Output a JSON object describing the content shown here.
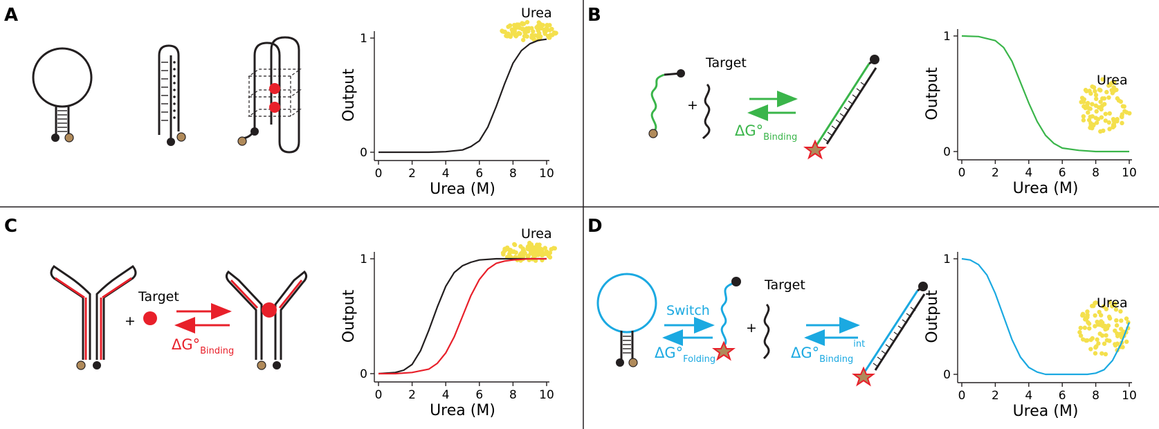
{
  "panels": {
    "A": {
      "letter": "A"
    },
    "B": {
      "letter": "B",
      "target_label": "Target",
      "plus": "+",
      "dg": "ΔG°",
      "dg_sub": "Binding"
    },
    "C": {
      "letter": "C",
      "target_label": "Target",
      "plus": "+",
      "dg": "ΔG°",
      "dg_sub": "Binding"
    },
    "D": {
      "letter": "D",
      "switch_label": "Switch",
      "target_label": "Target",
      "plus": "+",
      "dg_fold": "ΔG°",
      "dg_fold_sub": "Folding",
      "dg_bind": "ΔG°",
      "dg_bind_sub": "Binding",
      "dg_bind_sup": "int"
    }
  },
  "colors": {
    "A": "#231f20",
    "B": "#3ab54a",
    "C": "#e8202a",
    "D": "#1ba9e1",
    "urea": "#f4e04d",
    "fluor": "#b08a5a",
    "quencher": "#231f20",
    "star": "#d6a34f"
  },
  "chart_data": [
    {
      "type": "line",
      "panel": "A",
      "xlabel": "Urea (M)",
      "ylabel": "Output",
      "xlim": [
        0,
        10
      ],
      "ylim": [
        0,
        1
      ],
      "xticks": [
        "0",
        "2",
        "4",
        "6",
        "8",
        "10"
      ],
      "yticks": [
        "0",
        "1"
      ],
      "inset_label": "Urea",
      "series": [
        {
          "color": "#231f20",
          "x": [
            0,
            1,
            2,
            3,
            4,
            5,
            5.5,
            6,
            6.5,
            7,
            7.5,
            8,
            8.5,
            9,
            9.5,
            10
          ],
          "y": [
            0,
            0,
            0,
            0,
            0.005,
            0.02,
            0.05,
            0.1,
            0.22,
            0.4,
            0.6,
            0.78,
            0.89,
            0.95,
            0.98,
            0.99
          ]
        }
      ]
    },
    {
      "type": "line",
      "panel": "B",
      "xlabel": "Urea (M)",
      "ylabel": "Output",
      "xlim": [
        0,
        10
      ],
      "ylim": [
        0,
        1
      ],
      "xticks": [
        "0",
        "2",
        "4",
        "6",
        "8",
        "10"
      ],
      "yticks": [
        "0",
        "1"
      ],
      "inset_label": "Urea",
      "series": [
        {
          "color": "#3ab54a",
          "x": [
            0,
            1,
            2,
            2.5,
            3,
            3.5,
            4,
            4.5,
            5,
            5.5,
            6,
            7,
            8,
            9,
            10
          ],
          "y": [
            1,
            0.995,
            0.96,
            0.9,
            0.78,
            0.6,
            0.42,
            0.26,
            0.14,
            0.07,
            0.03,
            0.01,
            0,
            0,
            0
          ]
        }
      ]
    },
    {
      "type": "line",
      "panel": "C",
      "xlabel": "Urea (M)",
      "ylabel": "Output",
      "xlim": [
        0,
        10
      ],
      "ylim": [
        0,
        1
      ],
      "xticks": [
        "0",
        "2",
        "4",
        "6",
        "8",
        "10"
      ],
      "yticks": [
        "0",
        "1"
      ],
      "inset_label": "Urea",
      "series": [
        {
          "color": "#231f20",
          "x": [
            0,
            1,
            1.5,
            2,
            2.5,
            3,
            3.5,
            4,
            4.5,
            5,
            5.5,
            6,
            7,
            8,
            9,
            10
          ],
          "y": [
            0,
            0.01,
            0.03,
            0.08,
            0.2,
            0.38,
            0.58,
            0.76,
            0.88,
            0.94,
            0.97,
            0.99,
            1,
            1,
            1,
            1
          ]
        },
        {
          "color": "#e8202a",
          "x": [
            0,
            1,
            2,
            3,
            3.5,
            4,
            4.5,
            5,
            5.5,
            6,
            6.5,
            7,
            7.5,
            8,
            9,
            10
          ],
          "y": [
            0,
            0,
            0.01,
            0.04,
            0.09,
            0.18,
            0.32,
            0.5,
            0.68,
            0.82,
            0.91,
            0.96,
            0.98,
            0.99,
            1,
            1
          ]
        }
      ]
    },
    {
      "type": "line",
      "panel": "D",
      "xlabel": "Urea (M)",
      "ylabel": "Output",
      "xlim": [
        0,
        10
      ],
      "ylim": [
        0,
        1
      ],
      "xticks": [
        "0",
        "2",
        "4",
        "6",
        "8",
        "10"
      ],
      "yticks": [
        "0",
        "1"
      ],
      "inset_label": "Urea",
      "series": [
        {
          "color": "#1ba9e1",
          "x": [
            0,
            0.5,
            1,
            1.5,
            2,
            2.5,
            3,
            3.5,
            4,
            4.5,
            5,
            6,
            7,
            7.5,
            8,
            8.5,
            9,
            9.5,
            10
          ],
          "y": [
            1,
            0.99,
            0.95,
            0.86,
            0.7,
            0.5,
            0.3,
            0.15,
            0.06,
            0.02,
            0,
            0,
            0,
            0,
            0.01,
            0.04,
            0.12,
            0.26,
            0.45
          ]
        }
      ]
    }
  ]
}
